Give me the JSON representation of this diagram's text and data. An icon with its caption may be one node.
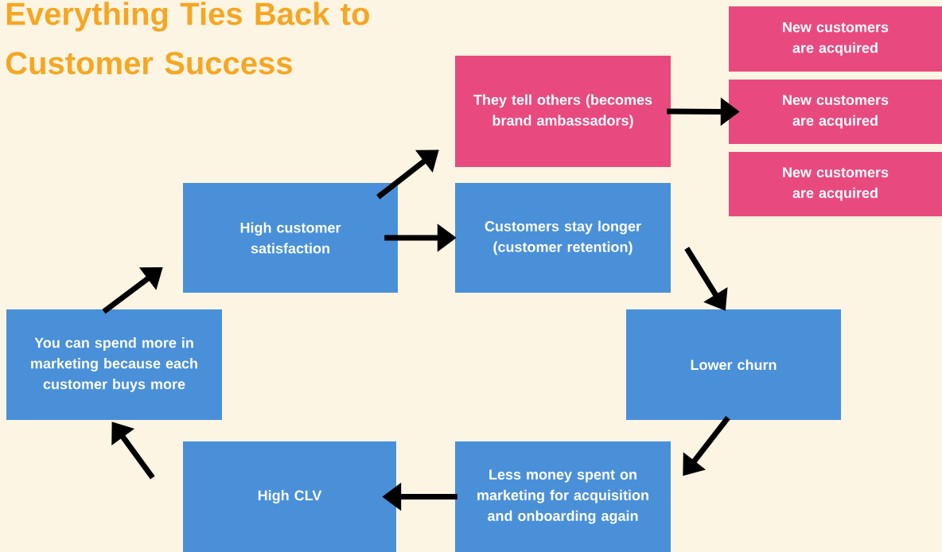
{
  "diagram": {
    "title": "Everything Ties Back to Customer Success",
    "nodes": [
      {
        "text": [
          "High customer satisfaction"
        ]
      },
      {
        "text": [
          "They tell others (becomes brand ambassadors)"
        ]
      },
      {
        "text": [
          "New customers are acquired"
        ]
      },
      {
        "text": [
          "New customers are acquired"
        ]
      },
      {
        "text": [
          "New customers are acquired"
        ]
      },
      {
        "text": [
          "Customers stay longer (customer retention)"
        ]
      },
      {
        "text": [
          "Lower churn"
        ]
      },
      {
        "text": [
          "Less money spent on marketing for acquisition and onboarding again"
        ]
      },
      {
        "text": [
          "High CLV"
        ]
      },
      {
        "text": [
          "You can spend more in marketing because each customer buys more"
        ]
      }
    ],
    "edges": [
      {
        "from": 0,
        "to": 1,
        "arrow": "to"
      },
      {
        "from": 0,
        "to": 5,
        "arrow": "to"
      },
      {
        "from": 1,
        "to": 3,
        "arrow": "to"
      },
      {
        "from": 5,
        "to": 6,
        "arrow": "to"
      },
      {
        "from": 6,
        "to": 7,
        "arrow": "to"
      },
      {
        "from": 7,
        "to": 8,
        "arrow": "to"
      },
      {
        "from": 8,
        "to": 9,
        "arrow": "to"
      },
      {
        "from": 9,
        "to": 0,
        "arrow": "to"
      }
    ]
  }
}
